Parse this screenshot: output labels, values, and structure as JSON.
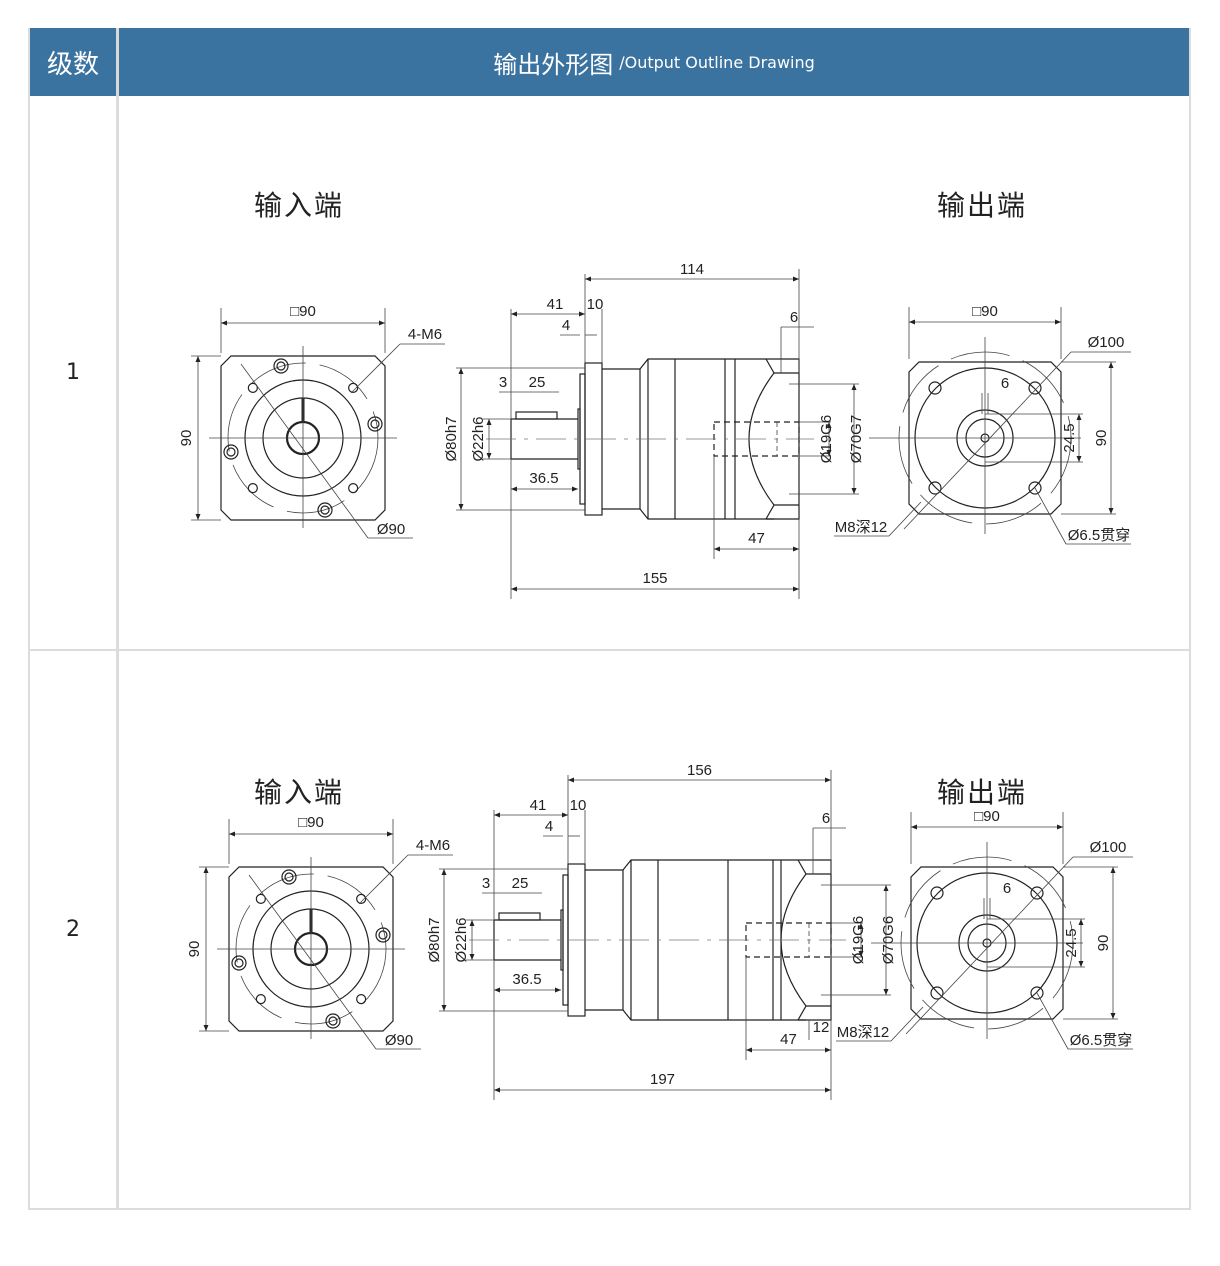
{
  "header": {
    "col_stage": "级数",
    "col_drawing_cn": "输出外形图",
    "col_drawing_en": "/Output Outline Drawing",
    "bg_color": "#3a72a0"
  },
  "rows": [
    {
      "stage": "1",
      "input_label": "输入端",
      "output_label": "输出端",
      "input_view": {
        "square": "□90",
        "height": "90",
        "holes": "4-M6",
        "pcd": "Ø90"
      },
      "side_view": {
        "body_length": "114",
        "shaft_length": "41",
        "flange": "10",
        "step": "4",
        "key_offset": "3",
        "key_length": "25",
        "shaft_ext": "36.5",
        "pilot_dia": "Ø80h7",
        "shaft_dia": "Ø22h6",
        "out_bore": "Ø19G6",
        "out_pilot": "Ø70G7",
        "out_step": "6",
        "bore_depth": "47",
        "total_length": "155"
      },
      "output_view": {
        "square": "□90",
        "key_width": "6",
        "pcd": "Ø100",
        "key_height": "24.5",
        "height": "90",
        "tap": "M8深12",
        "through_hole": "Ø6.5贯穿"
      }
    },
    {
      "stage": "2",
      "input_label": "输入端",
      "output_label": "输出端",
      "input_view": {
        "square": "□90",
        "height": "90",
        "holes": "4-M6",
        "pcd": "Ø90"
      },
      "side_view": {
        "body_length": "156",
        "shaft_length": "41",
        "flange": "10",
        "step": "4",
        "key_offset": "3",
        "key_length": "25",
        "shaft_ext": "36.5",
        "pilot_dia": "Ø80h7",
        "shaft_dia": "Ø22h6",
        "out_bore": "Ø19G6",
        "out_pilot": "Ø70G6",
        "out_step": "6",
        "out_depth": "12",
        "bore_depth": "47",
        "total_length": "197"
      },
      "output_view": {
        "square": "□90",
        "key_width": "6",
        "pcd": "Ø100",
        "key_height": "24.5",
        "height": "90",
        "tap": "M8深12",
        "through_hole": "Ø6.5贯穿"
      }
    }
  ]
}
